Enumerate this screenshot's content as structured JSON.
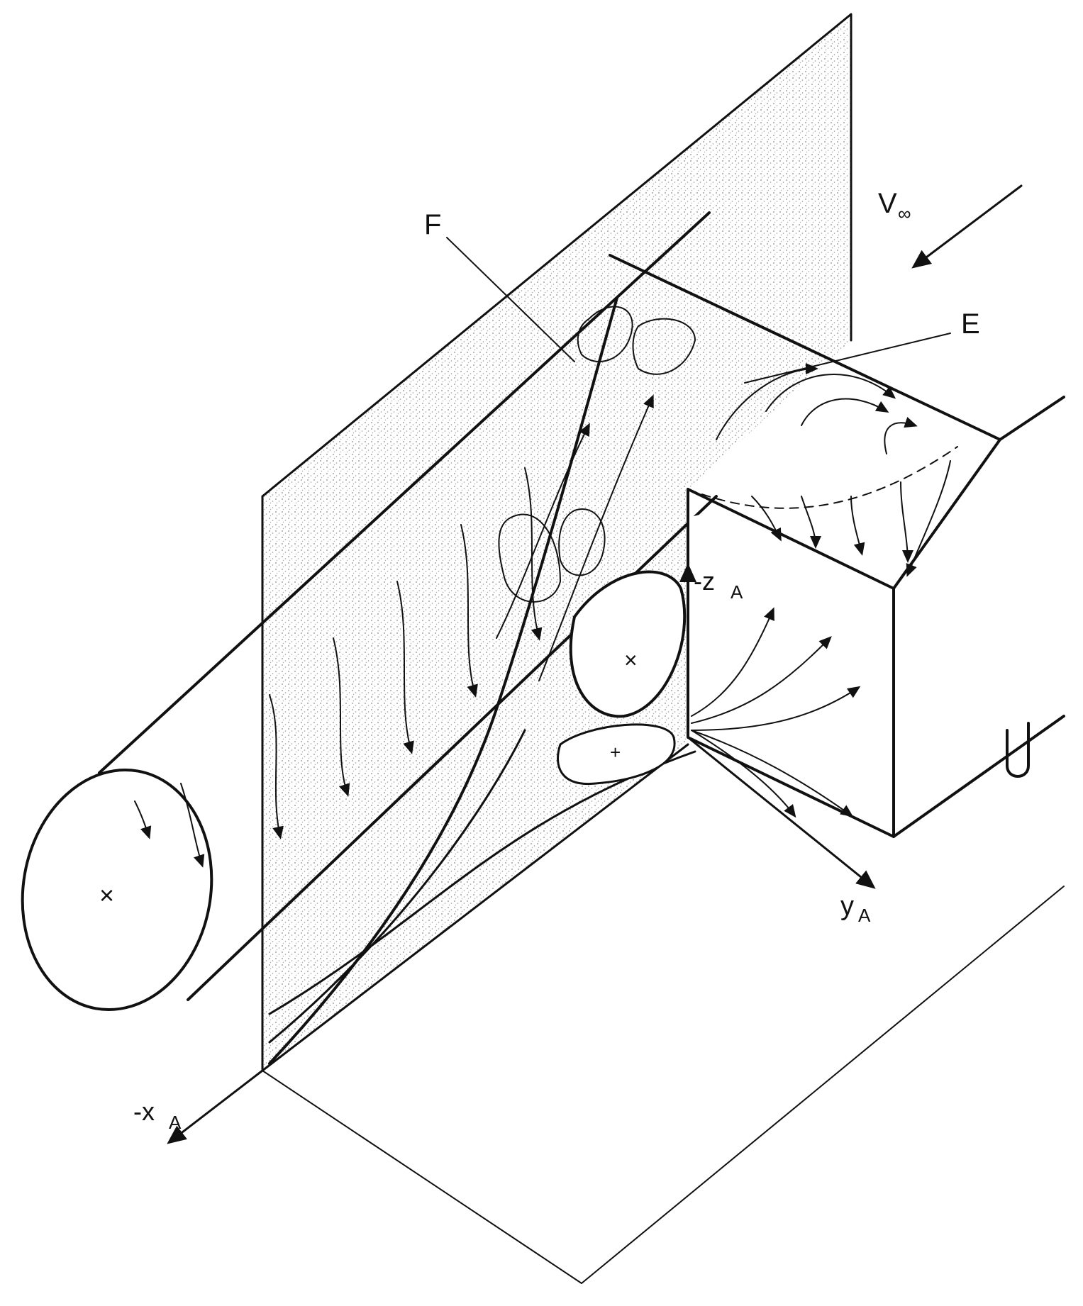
{
  "labels": {
    "freestream": "V",
    "freestream_sub": "∞",
    "separation_F": "F",
    "separation_E": "E",
    "axis_z": "-z",
    "axis_z_sub": "A",
    "axis_y": "y",
    "axis_y_sub": "A",
    "axis_x": "-x",
    "axis_x_sub": "A",
    "vortex_core_marker": "×",
    "small_vortex_marker": "+"
  },
  "style": {
    "ink": "#111111",
    "shading": "#b9b9b9",
    "paper": "#ffffff"
  }
}
